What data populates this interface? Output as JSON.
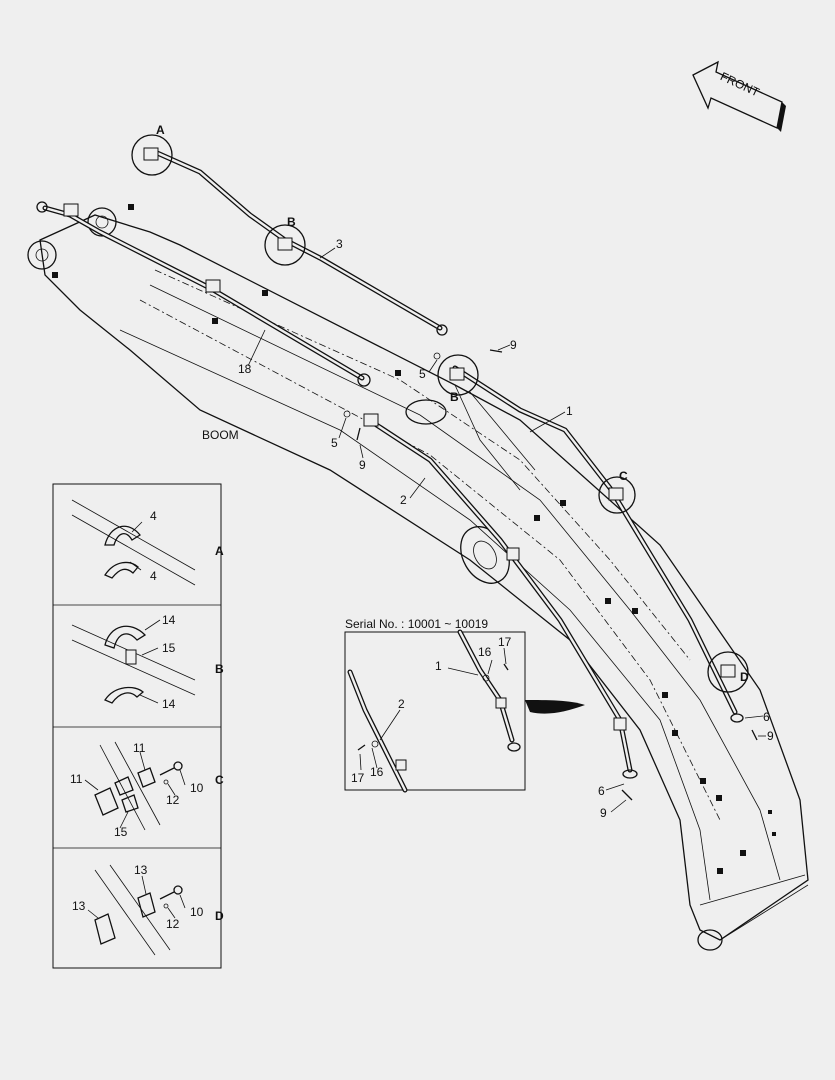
{
  "front_label": "FRONT",
  "boom_label": "BOOM",
  "callouts": {
    "a": "A",
    "b_top": "B",
    "b_mid": "B",
    "c": "C",
    "d": "D"
  },
  "parts": {
    "p1": "1",
    "p2": "2",
    "p3": "3",
    "p5a": "5",
    "p5b": "5",
    "p6a": "6",
    "p6b": "6",
    "p9a": "9",
    "p9b": "9",
    "p9c": "9",
    "p9d": "9",
    "p18": "18"
  },
  "inset": {
    "title": "Serial No. : 10001 ~ 10019",
    "l1": "1",
    "l2": "2",
    "l16a": "16",
    "l16b": "16",
    "l17a": "17",
    "l17b": "17"
  },
  "details": {
    "A": {
      "letter": "A",
      "l1": "4",
      "l2": "4"
    },
    "B": {
      "letter": "B",
      "l1": "14",
      "l2": "15",
      "l3": "14"
    },
    "C": {
      "letter": "C",
      "l1": "11",
      "l2": "11",
      "l3": "10",
      "l4": "12",
      "l5": "15"
    },
    "D": {
      "letter": "D",
      "l1": "13",
      "l2": "13",
      "l3": "10",
      "l4": "12"
    }
  }
}
